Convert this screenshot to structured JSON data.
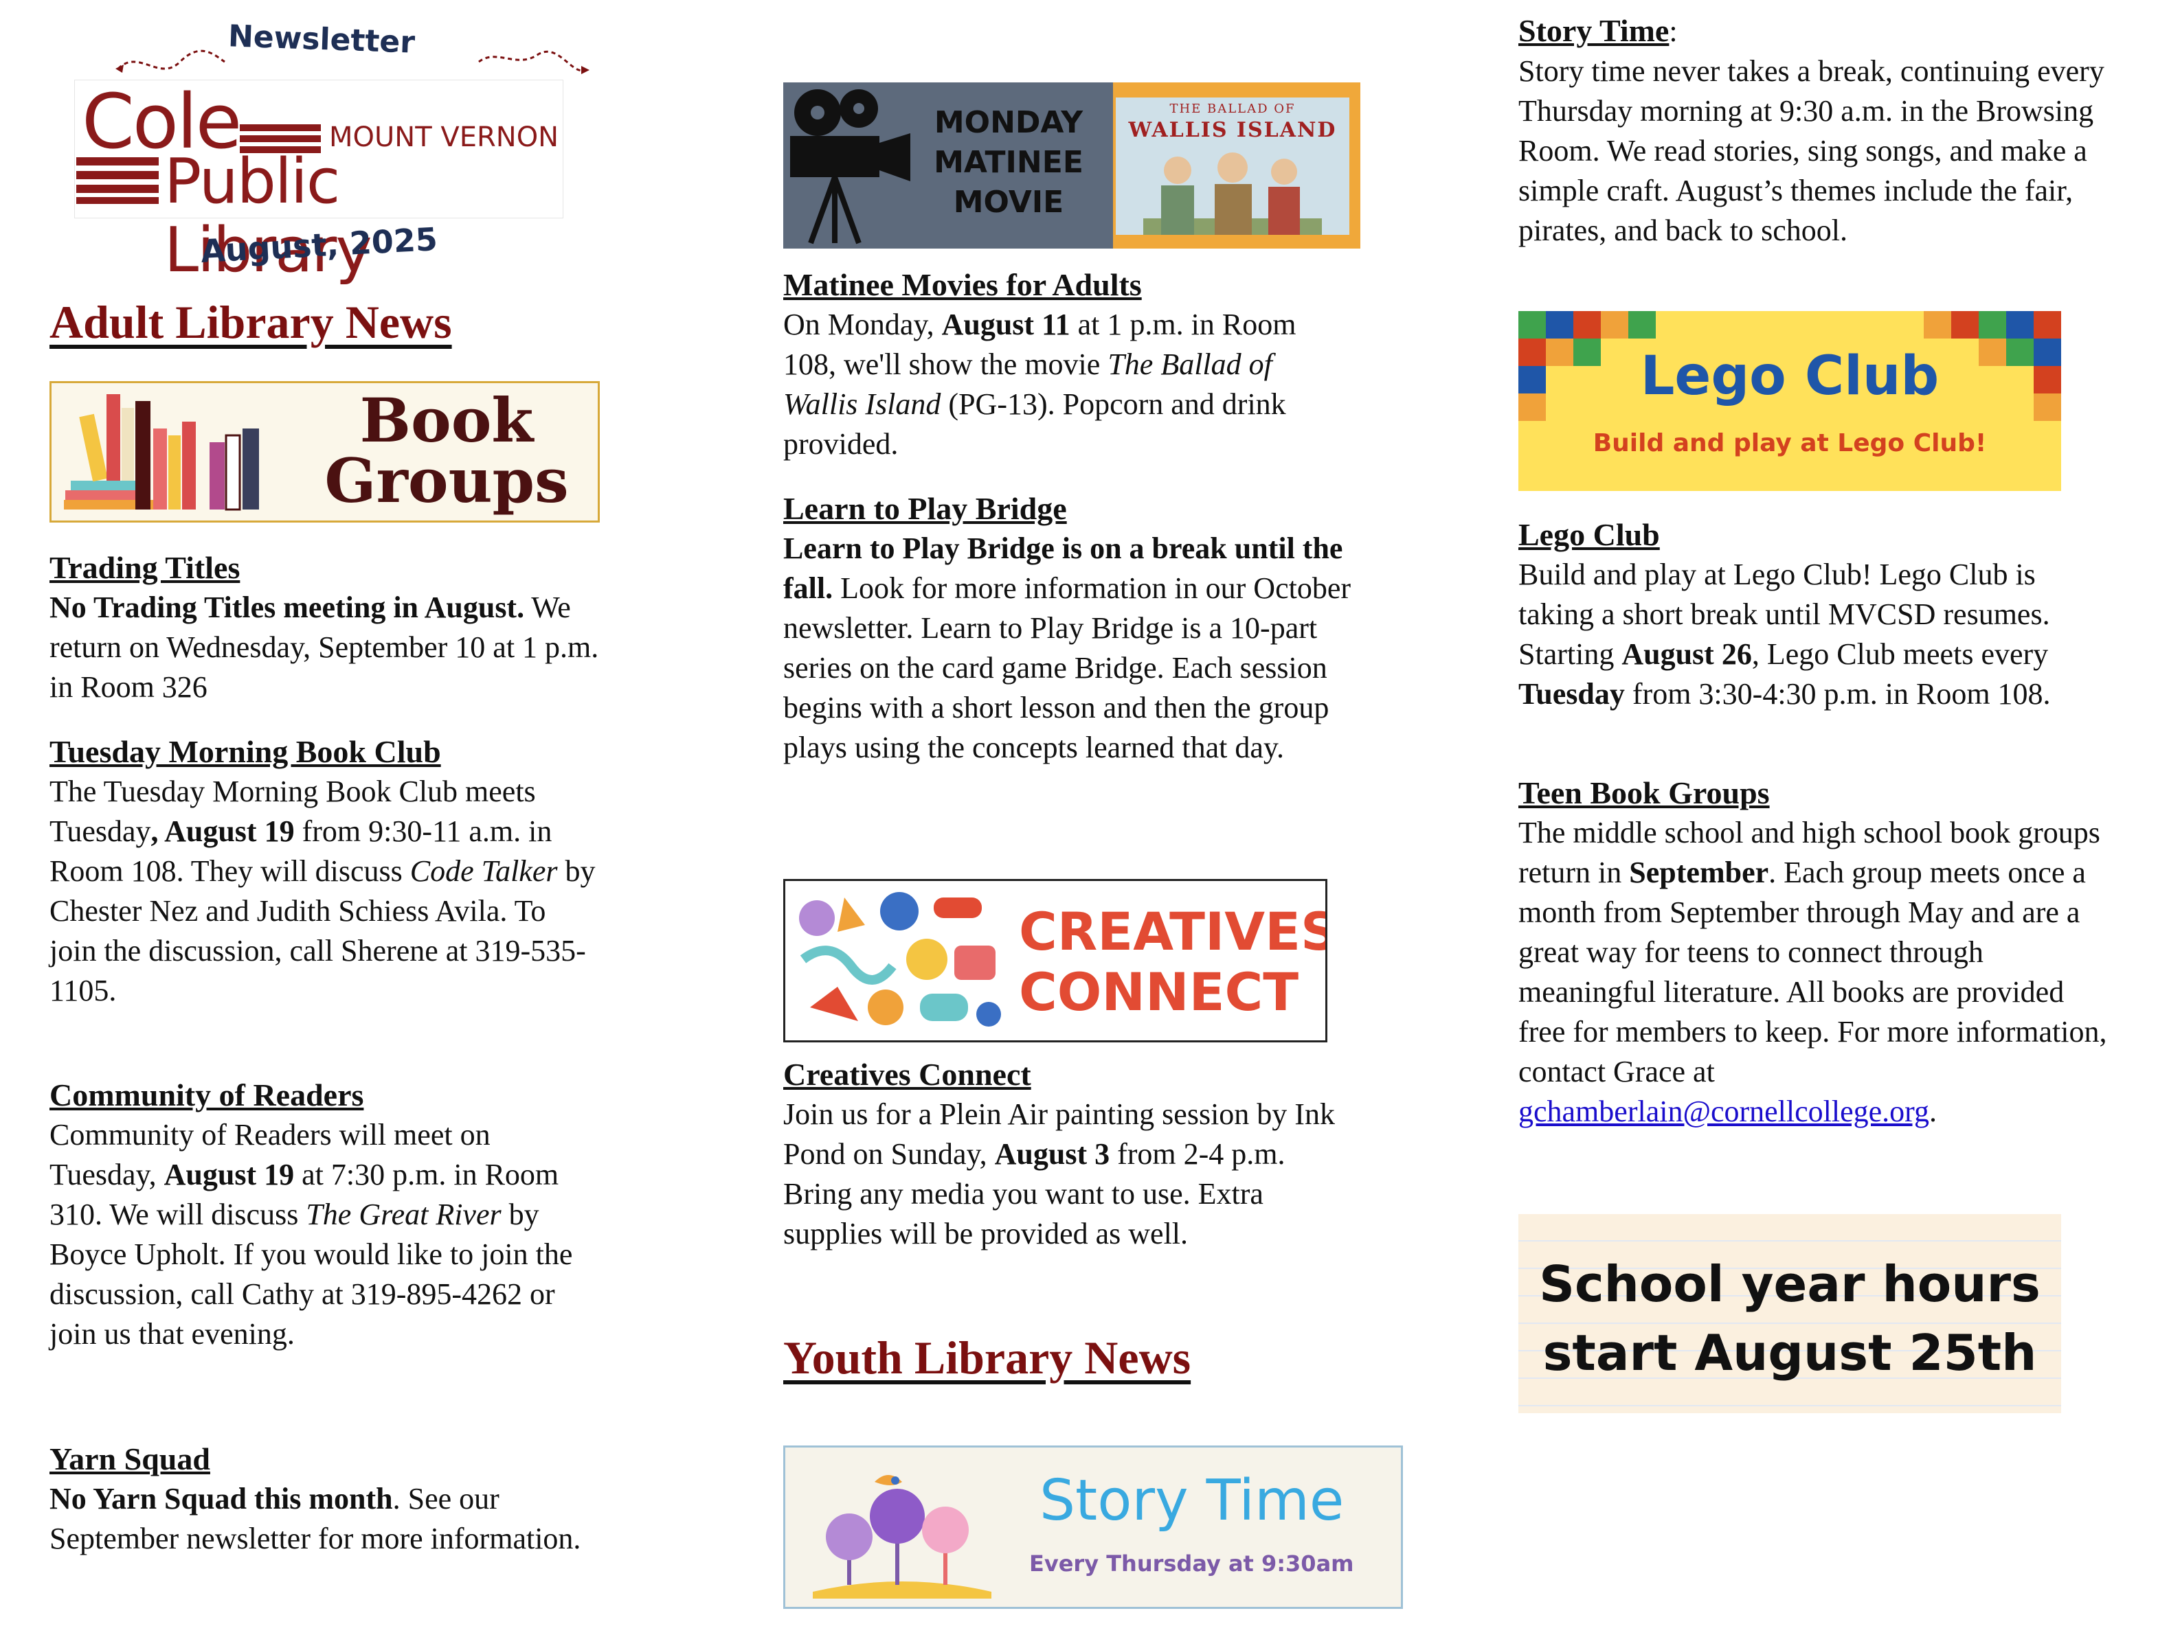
{
  "masthead": {
    "newsletter": "Newsletter",
    "cole": "Cole",
    "mount_vernon": "MOUNT VERNON",
    "public_library": "Public Library",
    "date": "August, 2025"
  },
  "adult_news": {
    "title": "Adult Library News",
    "banner": {
      "line1": "Book",
      "line2": "Groups"
    },
    "trading_titles": {
      "heading": "Trading Titles",
      "bold": "No Trading Titles meeting in August.",
      "text": " We return on Wednesday, September 10 at 1 p.m. in Room 326"
    },
    "tuesday_club": {
      "heading": "Tuesday Morning Book Club",
      "t1": "The Tuesday Morning Book Club meets Tuesday",
      "b1": ", August 19",
      "t2": " from 9:30-11 a.m. in Room 108. They will discuss ",
      "i1": "Code Talker",
      "t3": " by Chester Nez and Judith Schiess Avila. To join the discussion, call Sherene at 319-535-1105."
    },
    "community": {
      "heading": "Community of Readers",
      "t1": "Community of Readers will meet on Tuesday, ",
      "b1": "August 19",
      "t2": " at 7:30 p.m. in Room 310. We will discuss ",
      "i1": "The Great River",
      "t3": " by Boyce Upholt. If you would like to join the discussion, call Cathy at 319-895-4262 or join us that evening."
    },
    "yarn": {
      "heading": "Yarn Squad",
      "bold": "No Yarn Squad this month",
      "text": ". See our September newsletter for more information."
    }
  },
  "middle": {
    "matinee_banner": {
      "line1": "MONDAY",
      "line2": "MATINEE",
      "line3": "MOVIE",
      "poster_small": "THE BALLAD OF",
      "poster_big": "WALLIS ISLAND"
    },
    "matinee": {
      "heading": "Matinee Movies for Adults",
      "t1": "On Monday, ",
      "b1": "August 11",
      "t2": " at 1 p.m. in Room 108, we'll show the movie ",
      "i1": "The Ballad of Wallis Island",
      "t3": " (PG-13). Popcorn and drink provided."
    },
    "bridge": {
      "heading": "Learn to Play Bridge",
      "bold": "Learn to Play Bridge is on a break until the fall.",
      "text": " Look for more information in our October newsletter. Learn to Play Bridge is a 10-part series on the card game Bridge. Each session begins with a short lesson and then the group plays using the concepts learned that day."
    },
    "creatives_banner": {
      "line1": "CREATIVES",
      "line2": "CONNECT"
    },
    "creatives": {
      "heading": "Creatives Connect",
      "t1": "Join us for a Plein Air painting session by Ink Pond on Sunday, ",
      "b1": "August 3",
      "t2": " from 2-4 p.m. Bring any media you want to use. Extra supplies will be provided as well."
    },
    "youth_title": "Youth Library News",
    "storytime_banner": {
      "title": "Story Time",
      "sub": "Every Thursday at 9:30am"
    }
  },
  "right": {
    "storytime": {
      "heading": "Story Time",
      "colon": ":",
      "text": "Story time never takes a break, continuing every Thursday morning at 9:30 a.m. in the Browsing Room. We read stories, sing songs, and make a simple craft. August’s themes include the fair, pirates, and back to school."
    },
    "lego_banner": {
      "title": "Lego Club",
      "sub": "Build and play at Lego Club!"
    },
    "lego": {
      "heading": "Lego Club",
      "t1": "Build and play at Lego Club! Lego Club is taking a short break until MVCSD resumes. Starting ",
      "b1": "August 26",
      "t2": ", Lego Club meets every ",
      "b2": "Tuesday",
      "t3": " from 3:30-4:30 p.m. in Room 108."
    },
    "teen": {
      "heading": "Teen Book Groups",
      "t1": "The middle school and high school book groups return in ",
      "b1": "September",
      "t2": ". Each group meets once a month from September through May and are a great way for teens to connect through meaningful literature. All books are provided free for members to keep. For more information, contact Grace at ",
      "email": "gchamberlain@cornellcollege.org",
      "t3": "."
    },
    "hours_banner": {
      "line1": "School year hours",
      "line2": "start August 25th"
    }
  },
  "colors": {
    "maroon": "#7b1010",
    "navy": "#1e2f55",
    "link": "#1a0dcc",
    "lego_blue": "#1f56a8",
    "creatives_red": "#e24b33"
  }
}
